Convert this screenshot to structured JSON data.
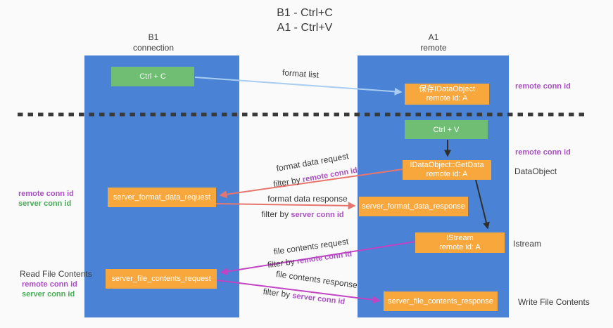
{
  "title": {
    "line1": "B1 - Ctrl+C",
    "line2": "A1 - Ctrl+V"
  },
  "columns": {
    "left": {
      "name": "B1",
      "subtitle": "connection"
    },
    "right": {
      "name": "A1",
      "subtitle": "remote"
    }
  },
  "boxes": {
    "ctrl_c": "Ctrl + C",
    "ctrl_v": "Ctrl + V",
    "save_dataobject": {
      "line1": "保存IDataObject",
      "line2": "remote id: A"
    },
    "getdata": {
      "line1": "IDataObject::GetData",
      "line2": "remote id: A"
    },
    "istream_box": {
      "line1": "IStream",
      "line2": "remote id: A"
    },
    "format_request": "server_format_data_request",
    "format_response": "server_format_data_response",
    "file_request": "server_file_contents_request",
    "file_response": "server_file_contents_response"
  },
  "arrow_labels": {
    "format_list": "format list",
    "format_data_request": "format data request",
    "format_data_response": "format data response",
    "file_contents_request": "file contents request",
    "file_contents_response": "file contents response",
    "filter_by": "filter by ",
    "remote_conn_id": "remote conn id",
    "server_conn_id": "server conn id"
  },
  "side_labels": {
    "remote_conn_id": "remote conn id",
    "server_conn_id": "server conn id",
    "dataobject": "DataObject",
    "istream": "Istream",
    "read_file_contents": "Read File Contents",
    "write_file_contents": "Write File Contents"
  },
  "colors": {
    "column_blue": "#4A83D6",
    "box_orange": "#F7A73C",
    "box_green": "#6FBE74",
    "label_purple": "#AB4FC4",
    "label_green": "#48AD57",
    "arrow_blue": "#A9CDF1",
    "arrow_salmon": "#E8756D",
    "arrow_magenta": "#C243C3",
    "arrow_black": "#2F2F2F",
    "text_dark": "#3C3C3C",
    "background": "#FAFAFA"
  }
}
